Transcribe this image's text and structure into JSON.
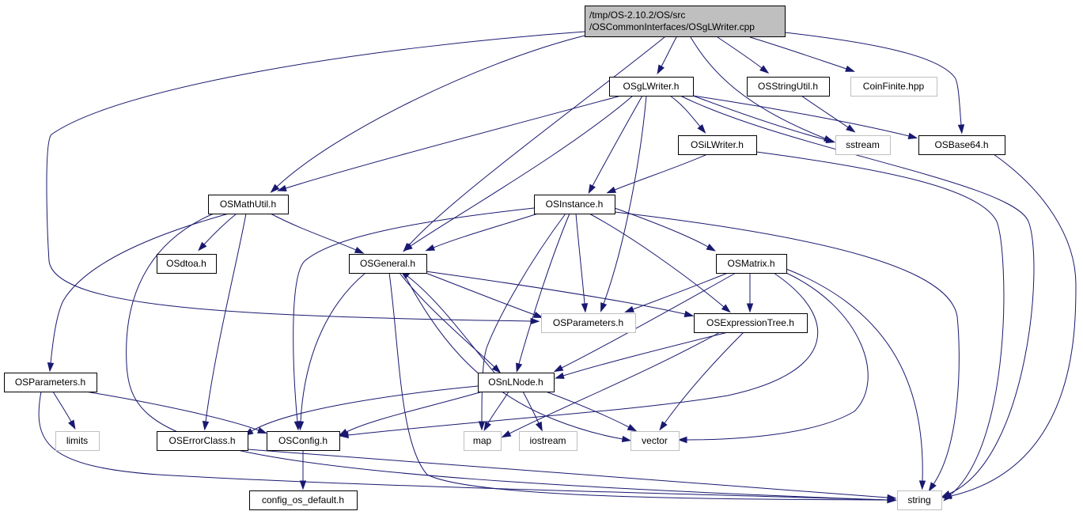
{
  "graph": {
    "colors": {
      "edge": "#191970",
      "root_fill": "#bfbfbf",
      "node_fill": "#ffffff",
      "node_border": "#000000",
      "external_border": "#bfbfbf",
      "text": "#000000"
    },
    "nodes": [
      {
        "id": "root",
        "label_lines": [
          "/tmp/OS-2.10.2/OS/src",
          "/OSCommonInterfaces/OSgLWriter.cpp"
        ],
        "style": "root"
      },
      {
        "id": "osglwriter",
        "label_lines": [
          "OSgLWriter.h"
        ],
        "style": "normal"
      },
      {
        "id": "osstringutil",
        "label_lines": [
          "OSStringUtil.h"
        ],
        "style": "normal"
      },
      {
        "id": "coinfinite",
        "label_lines": [
          "CoinFinite.hpp"
        ],
        "style": "external"
      },
      {
        "id": "sstream",
        "label_lines": [
          "sstream"
        ],
        "style": "external"
      },
      {
        "id": "osbase64",
        "label_lines": [
          "OSBase64.h"
        ],
        "style": "normal"
      },
      {
        "id": "osilwriter",
        "label_lines": [
          "OSiLWriter.h"
        ],
        "style": "normal"
      },
      {
        "id": "osmathutil",
        "label_lines": [
          "OSMathUtil.h"
        ],
        "style": "normal"
      },
      {
        "id": "osinstance",
        "label_lines": [
          "OSInstance.h"
        ],
        "style": "normal"
      },
      {
        "id": "osdtoa",
        "label_lines": [
          "OSdtoa.h"
        ],
        "style": "normal"
      },
      {
        "id": "osgeneral",
        "label_lines": [
          "OSGeneral.h"
        ],
        "style": "normal"
      },
      {
        "id": "osmatrix",
        "label_lines": [
          "OSMatrix.h"
        ],
        "style": "normal"
      },
      {
        "id": "osparams_ext",
        "label_lines": [
          "OSParameters.h"
        ],
        "style": "external"
      },
      {
        "id": "osexprtree",
        "label_lines": [
          "OSExpressionTree.h"
        ],
        "style": "normal"
      },
      {
        "id": "osparams",
        "label_lines": [
          "OSParameters.h"
        ],
        "style": "normal"
      },
      {
        "id": "osnlnode",
        "label_lines": [
          "OSnLNode.h"
        ],
        "style": "normal"
      },
      {
        "id": "limits",
        "label_lines": [
          "limits"
        ],
        "style": "external"
      },
      {
        "id": "oserrorclass",
        "label_lines": [
          "OSErrorClass.h"
        ],
        "style": "normal"
      },
      {
        "id": "osconfig",
        "label_lines": [
          "OSConfig.h"
        ],
        "style": "normal"
      },
      {
        "id": "map",
        "label_lines": [
          "map"
        ],
        "style": "external"
      },
      {
        "id": "iostream",
        "label_lines": [
          "iostream"
        ],
        "style": "external"
      },
      {
        "id": "vector",
        "label_lines": [
          "vector"
        ],
        "style": "external"
      },
      {
        "id": "configdefault",
        "label_lines": [
          "config_os_default.h"
        ],
        "style": "normal"
      },
      {
        "id": "string",
        "label_lines": [
          "string"
        ],
        "style": "external"
      }
    ],
    "edges": [
      {
        "from": "root",
        "to": "osglwriter"
      },
      {
        "from": "root",
        "to": "osstringutil"
      },
      {
        "from": "root",
        "to": "coinfinite"
      },
      {
        "from": "root",
        "to": "osbase64"
      },
      {
        "from": "root",
        "to": "sstream"
      },
      {
        "from": "root",
        "to": "osgeneral"
      },
      {
        "from": "root",
        "to": "osmathutil"
      },
      {
        "from": "root",
        "to": "osparams_ext"
      },
      {
        "from": "osglwriter",
        "to": "sstream"
      },
      {
        "from": "osglwriter",
        "to": "osbase64"
      },
      {
        "from": "osglwriter",
        "to": "osilwriter"
      },
      {
        "from": "osglwriter",
        "to": "osinstance"
      },
      {
        "from": "osglwriter",
        "to": "osgeneral"
      },
      {
        "from": "osglwriter",
        "to": "osmathutil"
      },
      {
        "from": "osglwriter",
        "to": "osparams_ext"
      },
      {
        "from": "osglwriter",
        "to": "string"
      },
      {
        "from": "osstringutil",
        "to": "sstream"
      },
      {
        "from": "osbase64",
        "to": "string"
      },
      {
        "from": "osilwriter",
        "to": "osinstance"
      },
      {
        "from": "osilwriter",
        "to": "string"
      },
      {
        "from": "osmathutil",
        "to": "osdtoa"
      },
      {
        "from": "osmathutil",
        "to": "osgeneral"
      },
      {
        "from": "osmathutil",
        "to": "osparams"
      },
      {
        "from": "osmathutil",
        "to": "oserrorclass"
      },
      {
        "from": "osmathutil",
        "to": "string"
      },
      {
        "from": "osinstance",
        "to": "osgeneral"
      },
      {
        "from": "osinstance",
        "to": "osmatrix"
      },
      {
        "from": "osinstance",
        "to": "osparams_ext"
      },
      {
        "from": "osinstance",
        "to": "osexprtree"
      },
      {
        "from": "osinstance",
        "to": "osnlnode"
      },
      {
        "from": "osinstance",
        "to": "osconfig"
      },
      {
        "from": "osinstance",
        "to": "map"
      },
      {
        "from": "osinstance",
        "to": "string"
      },
      {
        "from": "osgeneral",
        "to": "osparams_ext"
      },
      {
        "from": "osgeneral",
        "to": "osexprtree"
      },
      {
        "from": "osgeneral",
        "to": "osnlnode"
      },
      {
        "from": "osgeneral",
        "to": "osconfig"
      },
      {
        "from": "osgeneral",
        "to": "vector"
      },
      {
        "from": "osgeneral",
        "to": "string"
      },
      {
        "from": "osmatrix",
        "to": "osparams_ext"
      },
      {
        "from": "osmatrix",
        "to": "osexprtree"
      },
      {
        "from": "osmatrix",
        "to": "osnlnode"
      },
      {
        "from": "osmatrix",
        "to": "osconfig"
      },
      {
        "from": "osmatrix",
        "to": "vector"
      },
      {
        "from": "osmatrix",
        "to": "string"
      },
      {
        "from": "osexprtree",
        "to": "osnlnode"
      },
      {
        "from": "osexprtree",
        "to": "map"
      },
      {
        "from": "osexprtree",
        "to": "vector"
      },
      {
        "from": "osnlnode",
        "to": "osgeneral"
      },
      {
        "from": "osnlnode",
        "to": "oserrorclass"
      },
      {
        "from": "osnlnode",
        "to": "osconfig"
      },
      {
        "from": "osnlnode",
        "to": "map"
      },
      {
        "from": "osnlnode",
        "to": "iostream"
      },
      {
        "from": "osnlnode",
        "to": "vector"
      },
      {
        "from": "osparams",
        "to": "limits"
      },
      {
        "from": "osparams",
        "to": "osconfig"
      },
      {
        "from": "osparams",
        "to": "string"
      },
      {
        "from": "oserrorclass",
        "to": "string"
      },
      {
        "from": "osconfig",
        "to": "configdefault"
      }
    ]
  }
}
